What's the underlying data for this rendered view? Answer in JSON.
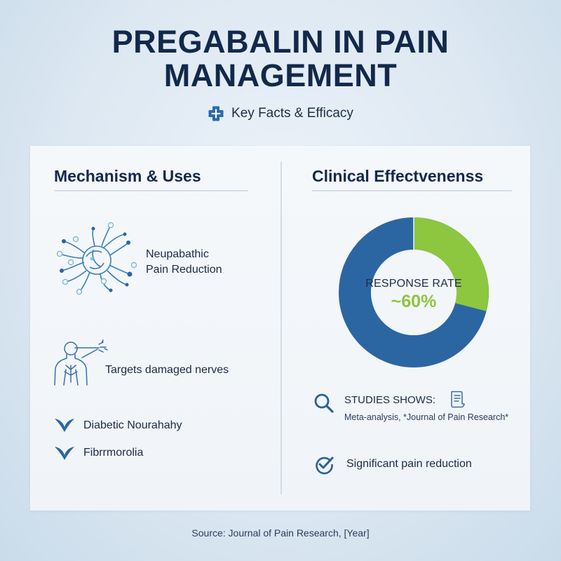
{
  "header": {
    "title_line1": "PREGABALIN IN PAIN",
    "title_line2": "MANAGEMENT",
    "subtitle": "Key Facts & Efficacy",
    "subtitle_icon": "medical-cross-icon"
  },
  "colors": {
    "navy": "#12294a",
    "primary_blue": "#2b66a3",
    "accent_green": "#8dc63f",
    "icon_blue": "#2c6aa8"
  },
  "left_column": {
    "title": "Mechanism & Uses",
    "items": [
      {
        "icon": "neuron-icon",
        "line1": "Neupabathic",
        "line2": "Pain Reduction"
      },
      {
        "icon": "human-nerves-icon",
        "label": "Targets damaged nerves"
      },
      {
        "icon": "leaf-icon",
        "label": "Diabetic Nourahahy"
      },
      {
        "icon": "leaf-icon",
        "label": "Fibrrmorolia"
      }
    ]
  },
  "right_column": {
    "title": "Clinical Effectvenenss",
    "donut": {
      "label": "RESPONSE RATE",
      "value": "~60%"
    },
    "studies": {
      "icon": "search-icon",
      "heading": "STUDIES SHOWS:",
      "doc_icon": "document-icon",
      "detail": "Meta-analysis, *Journal of Pain Research*"
    },
    "result": {
      "icon": "check-circle-icon",
      "label": "Significant pain reduction"
    }
  },
  "footer": {
    "source": "Source: Journal of Pain Research, [Year]"
  },
  "chart_data": {
    "type": "pie",
    "title": "RESPONSE RATE",
    "center_label": "~60%",
    "categories": [
      "Green segment",
      "Blue segment"
    ],
    "values": [
      29,
      71
    ],
    "colors": [
      "#8dc63f",
      "#2b66a3"
    ],
    "donut": true
  }
}
